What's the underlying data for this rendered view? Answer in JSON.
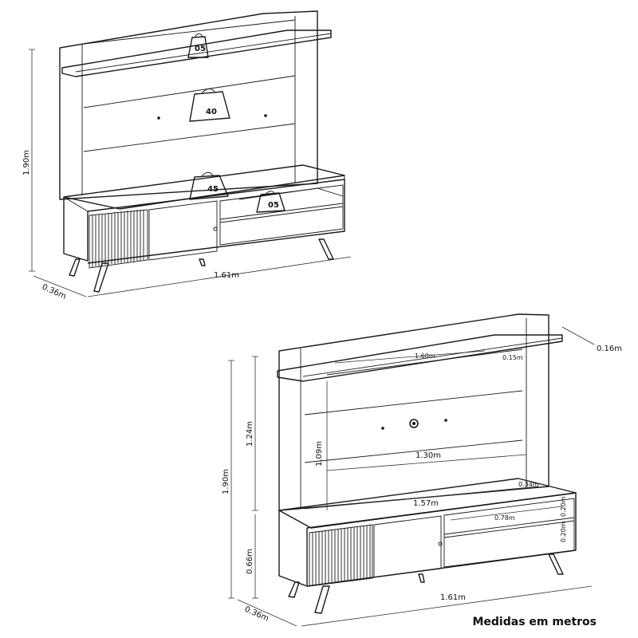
{
  "footer_note": "Medidas em metros",
  "view_load": {
    "weights": [
      "05",
      "40",
      "45",
      "05"
    ],
    "dims": {
      "height": "1.90m",
      "depth": "0.36m",
      "width": "1.61m"
    }
  },
  "view_dims": {
    "dims": {
      "shelf_width": "1.60m",
      "shelf_depth": "0.15m",
      "panel_depth": "0.16m",
      "total_height": "1.90m",
      "panel_height": "1.24m",
      "base_height": "0.66m",
      "tv_height": "1.09m",
      "tv_width": "1.30m",
      "top_width": "1.57m",
      "top_depth": "0.34m",
      "niche_width": "0.78m",
      "niche_height_top": "0.20m",
      "niche_height_bottom": "0.20m",
      "depth": "0.36m",
      "width": "1.61m"
    }
  }
}
